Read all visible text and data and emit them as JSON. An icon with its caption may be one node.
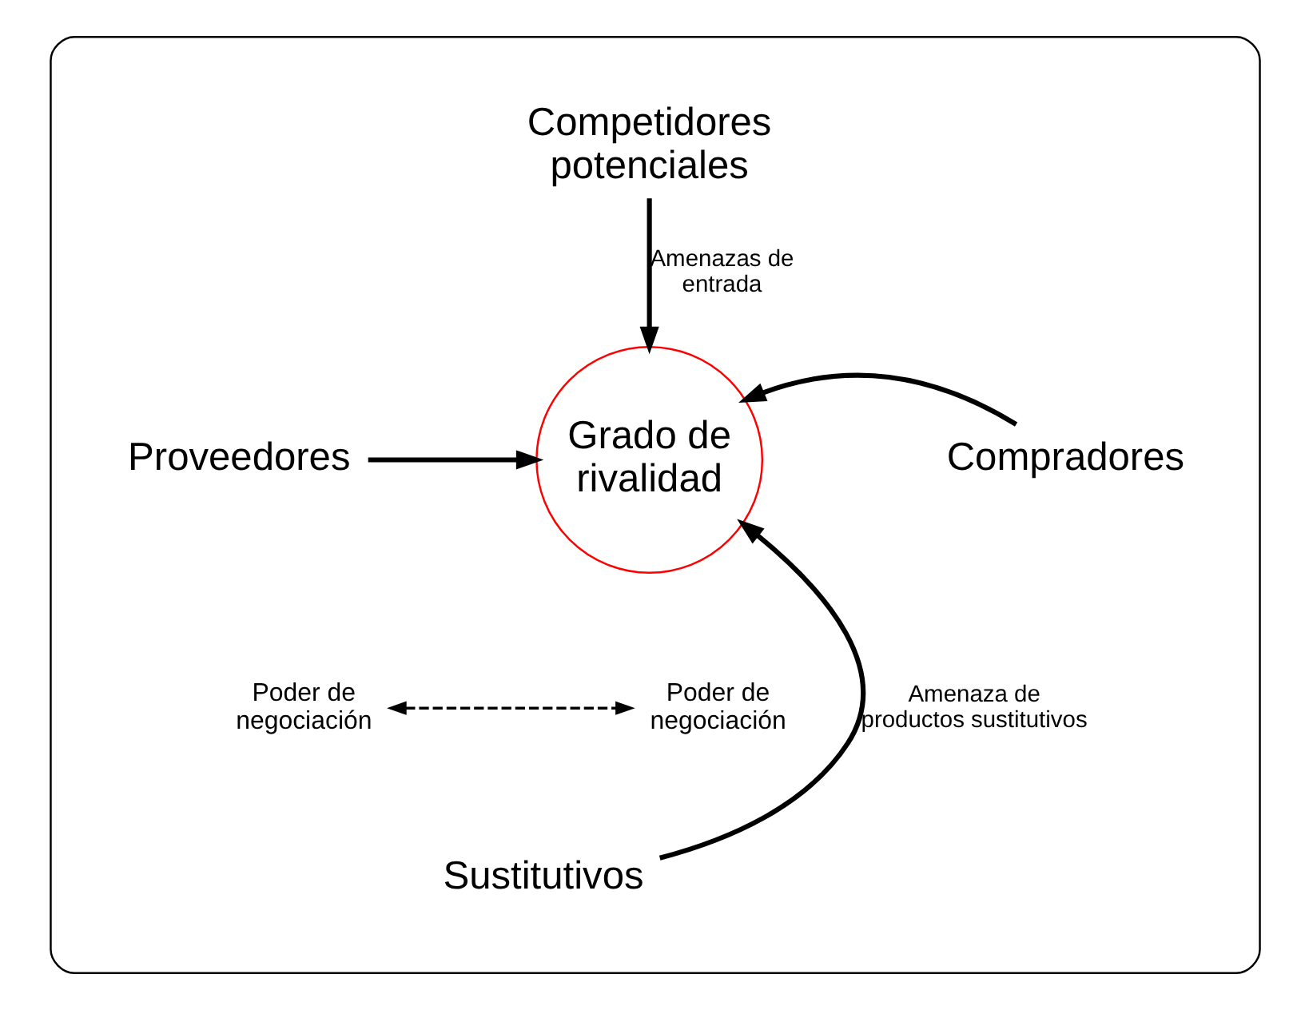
{
  "diagram": {
    "nodes": [
      {
        "text": [],
        "shape": "ellipse"
      },
      {
        "text": [
          "Competidores potenciales"
        ],
        "in": 0
      },
      {
        "text": [
          "Proveedores"
        ],
        "in": 0
      },
      {
        "text": [
          "Grado de rivalidad"
        ],
        "in": 0
      },
      {
        "text": [
          "Compradores"
        ],
        "in": 0
      },
      {
        "text": [
          "Poder de negociación"
        ],
        "in": 0
      },
      {
        "text": [
          "Poder de negociación"
        ],
        "in": 0
      },
      {
        "text": [
          "Sustitutivos"
        ],
        "in": 0
      }
    ],
    "edges": [
      {
        "from": 1,
        "to": 3,
        "arrow": "to",
        "label": "Amenazas de entrada"
      },
      {
        "from": 2,
        "to": 3,
        "arrow": "to"
      },
      {
        "from": 4,
        "to": 3,
        "arrow": "to"
      },
      {
        "from": 7,
        "to": 3,
        "arrow": "to",
        "label": "Amenaza de productos sustitutivos"
      },
      {
        "from": 5,
        "to": 6,
        "arrow": "both",
        "style": "dashed"
      }
    ]
  }
}
